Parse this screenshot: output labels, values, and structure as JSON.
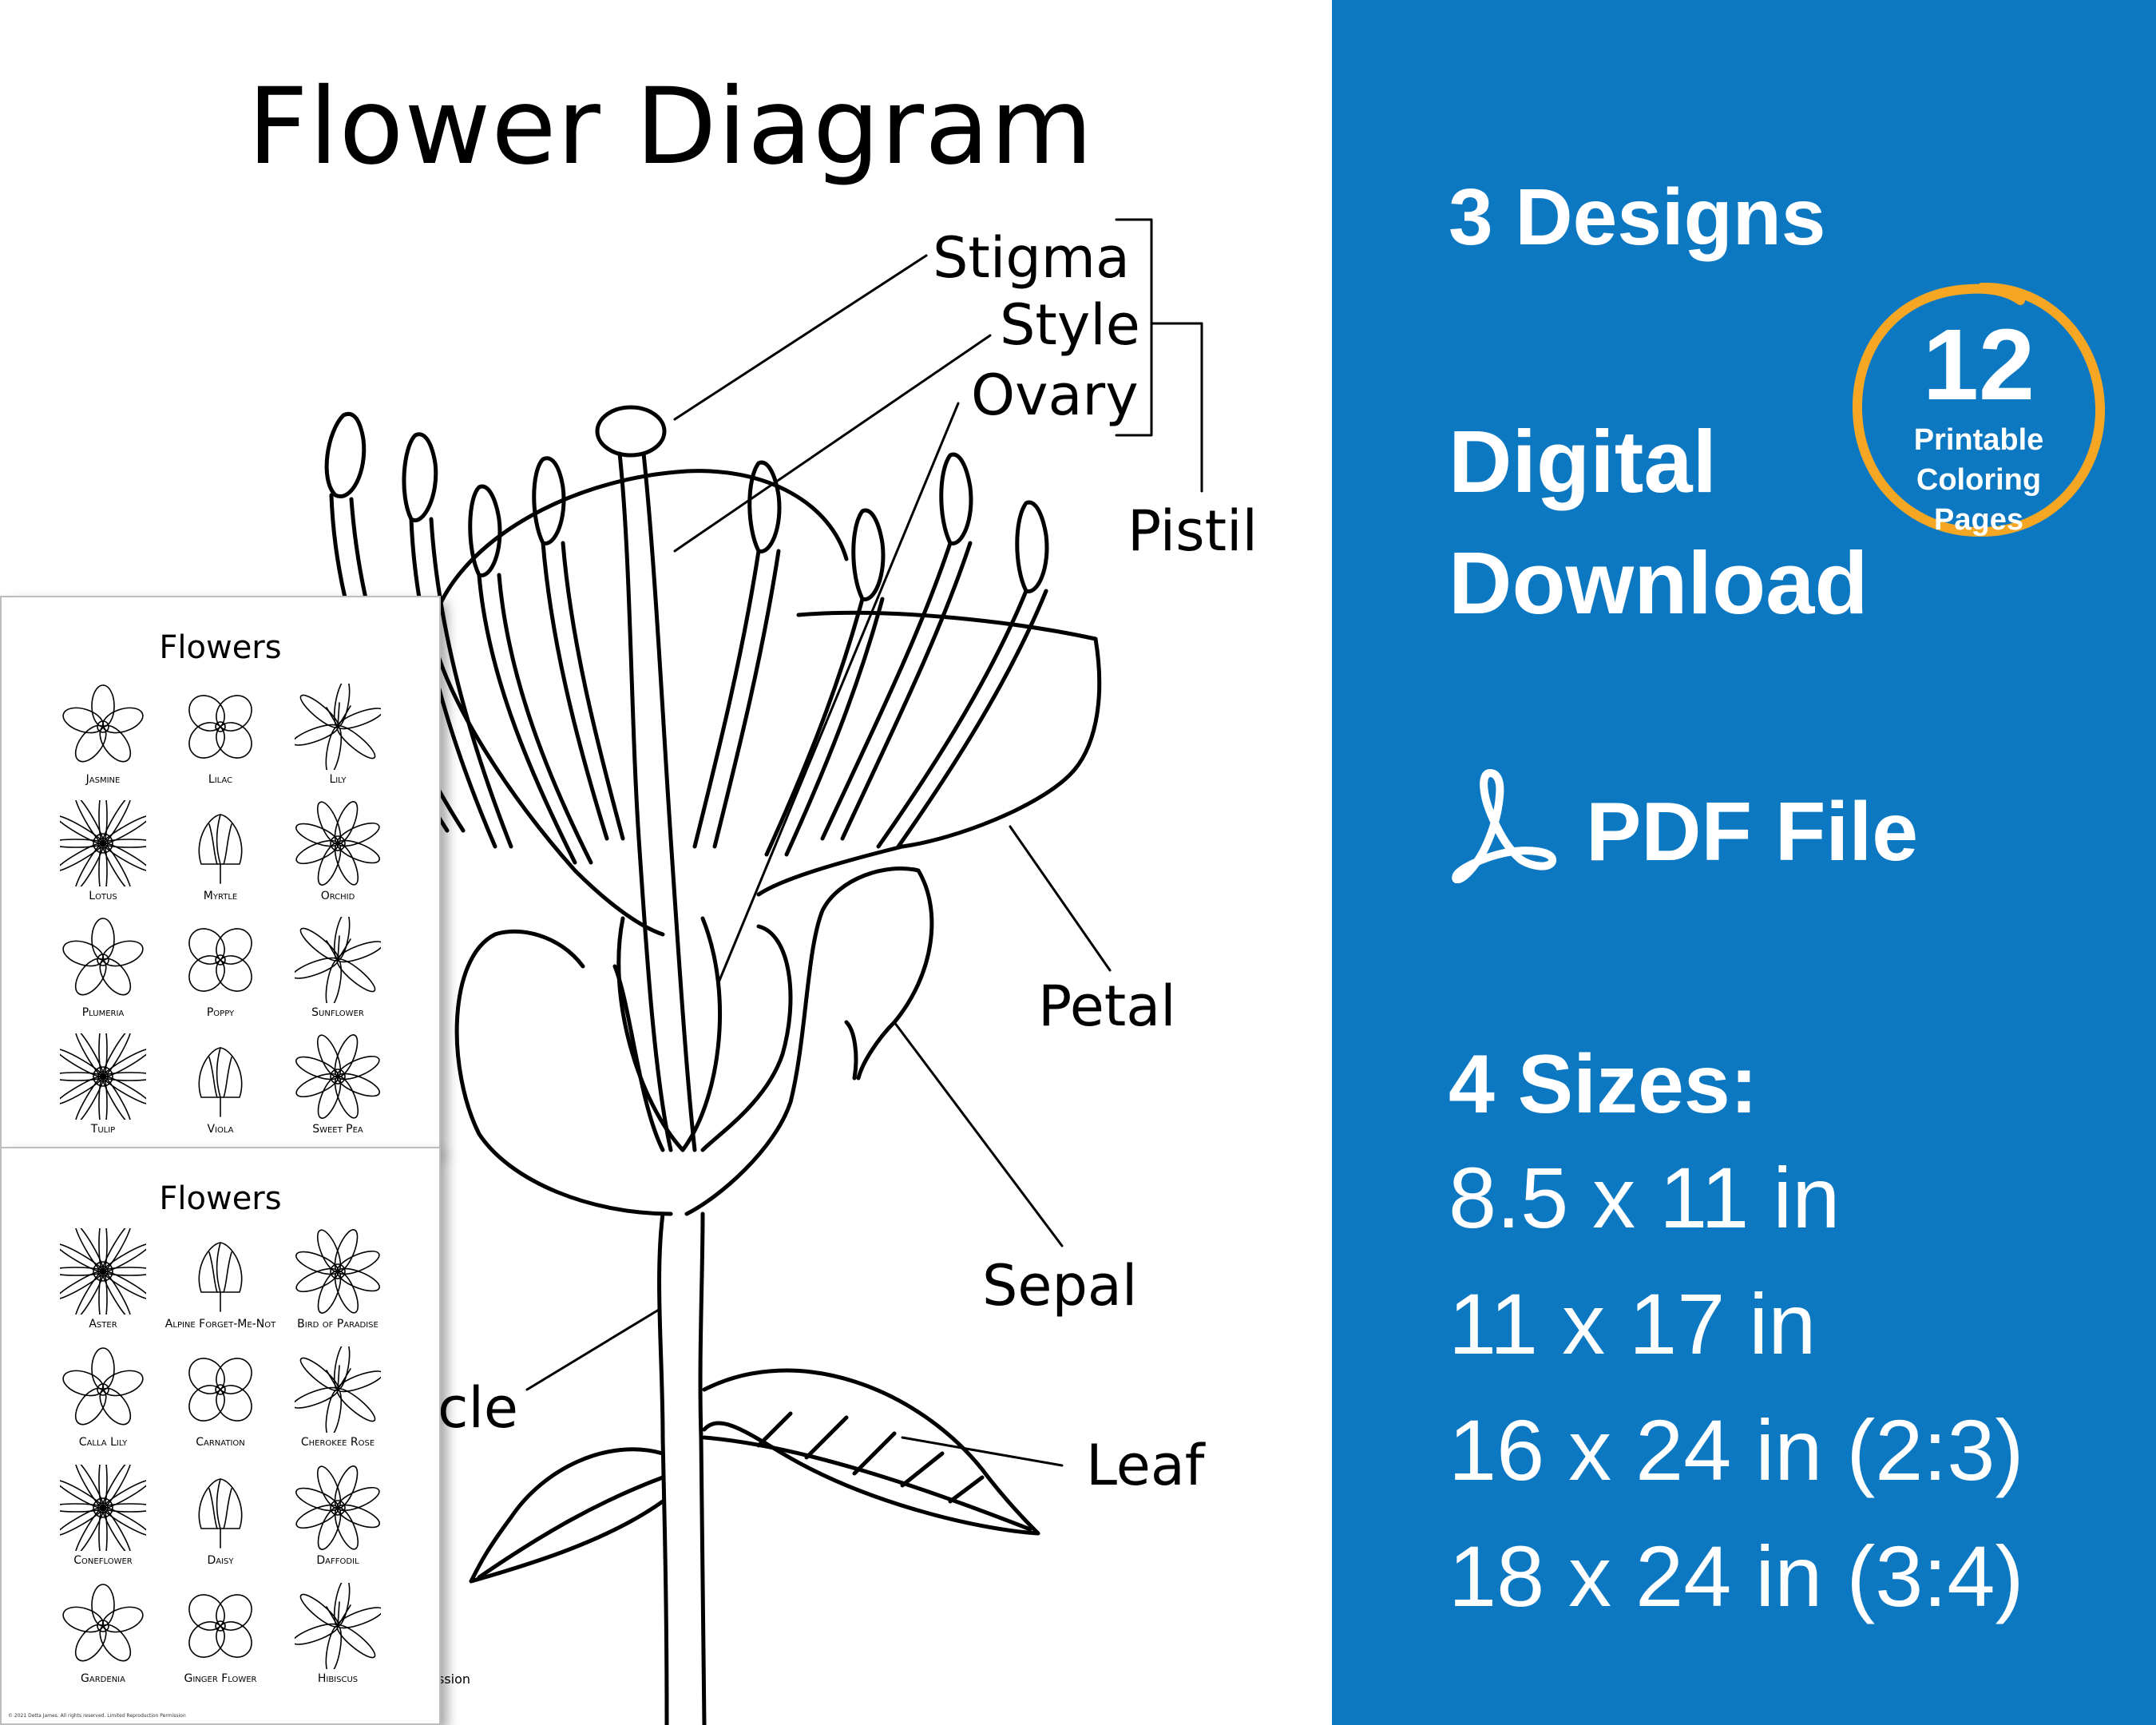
{
  "diagram": {
    "title": "Flower Diagram",
    "labels": {
      "stigma": "Stigma",
      "style": "Style",
      "ovary": "Ovary",
      "pistil": "Pistil",
      "petal": "Petal",
      "sepal": "Sepal",
      "leaf": "Leaf",
      "peduncle_partial": "cle",
      "permission_partial": "ssion"
    }
  },
  "sheet1": {
    "title": "Flowers",
    "items": [
      "Jasmine",
      "Lilac",
      "Lily",
      "Lotus",
      "Myrtle",
      "Orchid",
      "Plumeria",
      "Poppy",
      "Sunflower",
      "Tulip",
      "Viola",
      "Sweet Pea"
    ]
  },
  "sheet2": {
    "title": "Flowers",
    "items": [
      "Aster",
      "Alpine Forget-Me-Not",
      "Bird of Paradise",
      "Calla Lily",
      "Carnation",
      "Cherokee Rose",
      "Coneflower",
      "Daisy",
      "Daffodil",
      "Gardenia",
      "Ginger Flower",
      "Hibiscus"
    ],
    "copyright": "© 2021 Detta James. All rights reserved. Limited Reproduction Permission"
  },
  "promo": {
    "designs": "3 Designs",
    "digital": "Digital",
    "download": "Download",
    "badge_number": "12",
    "badge_line1": "Printable",
    "badge_line2": "Coloring",
    "badge_line3": "Pages",
    "pdf_icon": "acrobat-pdf-icon",
    "pdf_label": "PDF File",
    "sizes_heading": "4 Sizes:",
    "sizes": [
      "8.5 x 11 in",
      "11 x 17 in",
      "16 x 24 in (2:3)",
      "18 x 24 in (3:4)"
    ]
  },
  "colors": {
    "panel_blue": "#0d78c2",
    "badge_ring": "#f5a623",
    "text_white": "#ffffff",
    "ink": "#000000"
  }
}
